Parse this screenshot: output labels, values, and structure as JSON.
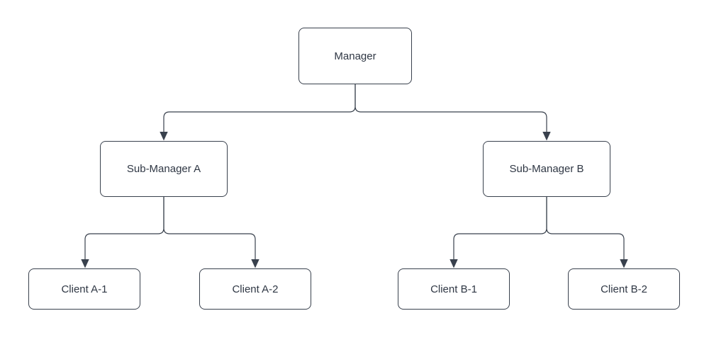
{
  "diagram": {
    "type": "hierarchy-tree",
    "nodes": {
      "manager": {
        "label": "Manager"
      },
      "sub_manager_a": {
        "label": "Sub-Manager A"
      },
      "sub_manager_b": {
        "label": "Sub-Manager B"
      },
      "client_a1": {
        "label": "Client A-1"
      },
      "client_a2": {
        "label": "Client A-2"
      },
      "client_b1": {
        "label": "Client B-1"
      },
      "client_b2": {
        "label": "Client B-2"
      }
    },
    "edges": [
      {
        "from": "Manager",
        "to": "Sub-Manager A"
      },
      {
        "from": "Manager",
        "to": "Sub-Manager B"
      },
      {
        "from": "Sub-Manager A",
        "to": "Client A-1"
      },
      {
        "from": "Sub-Manager A",
        "to": "Client A-2"
      },
      {
        "from": "Sub-Manager B",
        "to": "Client B-1"
      },
      {
        "from": "Sub-Manager B",
        "to": "Client B-2"
      }
    ],
    "colors": {
      "background": "#ffffff",
      "node_fill": "#ffffff",
      "node_border": "#39414d",
      "text": "#2f3744",
      "connector": "#39414d"
    }
  }
}
